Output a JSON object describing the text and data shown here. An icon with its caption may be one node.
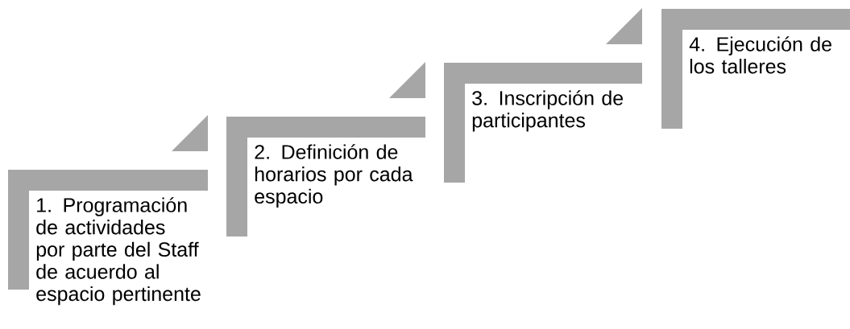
{
  "diagram": {
    "nodes": [
      {
        "text": [
          "1. Programación de actividades por parte del Staff de acuerdo al espacio pertinente"
        ]
      },
      {
        "text": [
          "2. Definición de horarios por cada espacio"
        ]
      },
      {
        "text": [
          "3. Inscripción de participantes"
        ]
      },
      {
        "text": [
          "4. Ejecución de los talleres"
        ]
      }
    ]
  }
}
